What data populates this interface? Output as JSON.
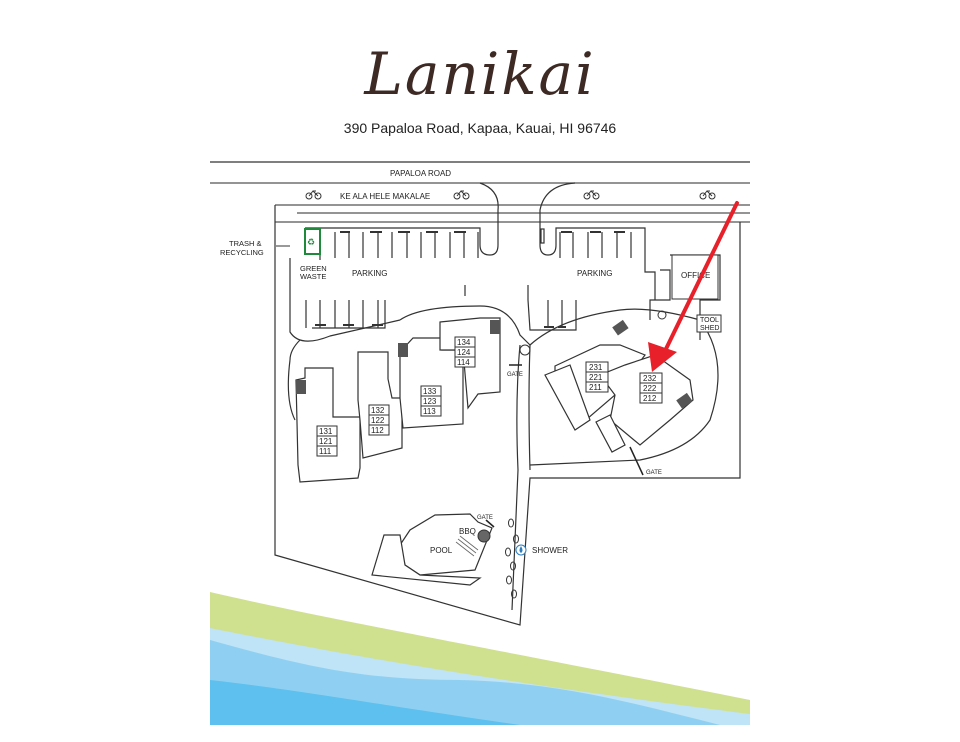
{
  "header": {
    "title": "Lanikai",
    "address": "390 Papaloa Road, Kapaa, Kauai, HI 96746"
  },
  "roads": {
    "main_road": "PAPALOA ROAD",
    "bike_path": "KE ALA HELE MAKALAE"
  },
  "facilities": {
    "trash": "TRASH &",
    "recycling": "RECYCLING",
    "green": "GREEN",
    "waste": "WASTE",
    "parking_west": "PARKING",
    "parking_east": "PARKING",
    "office": "OFFICE",
    "tool": "TOOL",
    "shed": "SHED",
    "pool": "POOL",
    "bbq": "BBQ",
    "shower": "SHOWER",
    "gate_north": "GATE",
    "gate_east": "GATE",
    "gate_pool": "GATE"
  },
  "buildings": [
    {
      "name": "building-1",
      "units": [
        "131",
        "121",
        "111"
      ]
    },
    {
      "name": "building-2",
      "units": [
        "132",
        "122",
        "112"
      ]
    },
    {
      "name": "building-3",
      "units": [
        "133",
        "123",
        "113"
      ]
    },
    {
      "name": "building-4",
      "units": [
        "134",
        "124",
        "114"
      ]
    },
    {
      "name": "building-5",
      "units": [
        "231",
        "221",
        "211"
      ]
    },
    {
      "name": "building-6",
      "units": [
        "232",
        "222",
        "212"
      ]
    }
  ],
  "highlight": {
    "target_units": "232 / 222 / 212",
    "arrow_color": "#e8202a"
  },
  "colors": {
    "title_brown": "#3e2a24",
    "grass_green": "#cfe08f",
    "water_light": "#bfe3f7",
    "water_mid": "#8fd0f2",
    "water_deep": "#5ec0ee",
    "green_waste": "#1f8a3a"
  }
}
